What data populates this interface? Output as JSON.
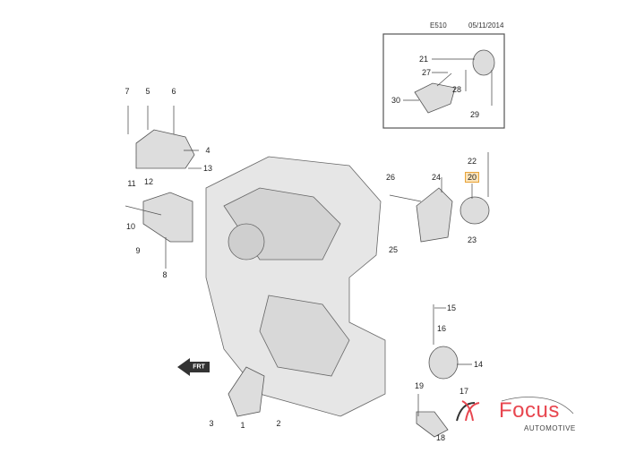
{
  "header": {
    "diagram_code": "E510",
    "date": "05/11/2014"
  },
  "callouts": {
    "c1": "1",
    "c2": "2",
    "c3": "3",
    "c4": "4",
    "c5": "5",
    "c6": "6",
    "c7": "7",
    "c8": "8",
    "c9": "9",
    "c10": "10",
    "c11": "11",
    "c12": "12",
    "c13": "13",
    "c14": "14",
    "c15": "15",
    "c16": "16",
    "c17": "17",
    "c18": "18",
    "c19": "19",
    "c20": "20",
    "c21": "21",
    "c22": "22",
    "c23": "23",
    "c24": "24",
    "c25": "25",
    "c26": "26",
    "c27": "27",
    "c28": "28",
    "c29": "29",
    "c30": "30"
  },
  "highlighted_part": "20",
  "direction_marker": "FRT",
  "logo": {
    "name": "Focus",
    "tagline": "AUTOMOTIVE",
    "colors": {
      "brand": "#e8464f",
      "text": "#444444"
    }
  }
}
